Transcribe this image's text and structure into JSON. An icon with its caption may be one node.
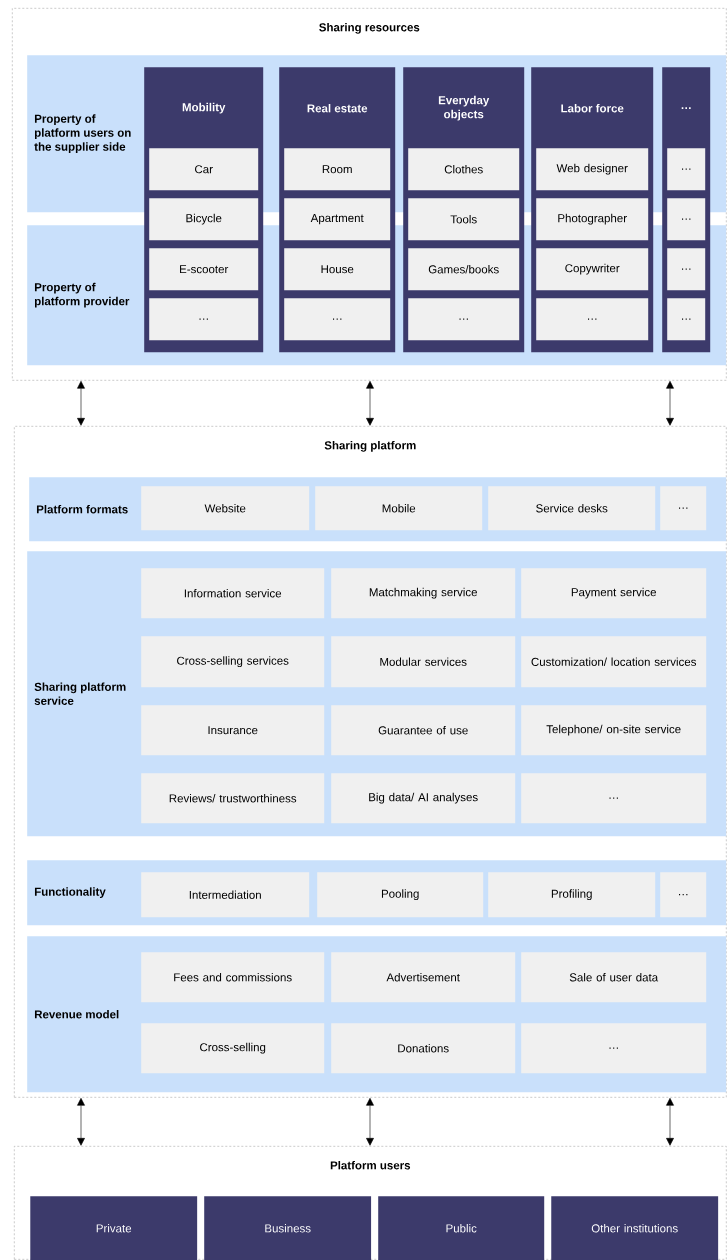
{
  "diagram": {
    "nodes": [
      {
        "text": [
          "Sharing resources"
        ]
      },
      {
        "text": [
          "Property of platform users on the supplier side"
        ],
        "in": 0
      },
      {
        "text": [
          "Property of platform provider"
        ],
        "in": 0
      },
      {
        "text": [
          "Mobility"
        ],
        "in": 0
      },
      {
        "text": [
          "Car"
        ]
      },
      {
        "text": [
          "Bicycle"
        ],
        "in": 3
      },
      {
        "text": [
          "E-scooter"
        ]
      },
      {
        "text": [
          "…"
        ]
      },
      {
        "text": [
          "Real estate"
        ],
        "in": 0
      },
      {
        "text": [
          "Room"
        ]
      },
      {
        "text": [
          "Apartment"
        ],
        "in": 8
      },
      {
        "text": [
          "House"
        ]
      },
      {
        "text": [
          "…"
        ]
      },
      {
        "text": [
          "Everyday objects"
        ],
        "in": 0
      },
      {
        "text": [
          "Clothes"
        ]
      },
      {
        "text": [
          "Tools"
        ],
        "in": 13
      },
      {
        "text": [
          "Games/books"
        ]
      },
      {
        "text": [
          "…"
        ]
      },
      {
        "text": [
          "Labor force"
        ],
        "in": 0
      },
      {
        "text": [
          "Web designer"
        ]
      },
      {
        "text": [
          "Photographer"
        ],
        "in": 18
      },
      {
        "text": [
          "Copywriter"
        ]
      },
      {
        "text": [
          "…"
        ]
      },
      {
        "text": [
          "…"
        ],
        "in": 0
      },
      {
        "text": [
          "…"
        ]
      },
      {
        "text": [
          "…"
        ],
        "in": 23
      },
      {
        "text": [
          "…"
        ]
      },
      {
        "text": [
          "…"
        ]
      },
      {
        "text": [
          "Sharing platform"
        ]
      },
      {
        "text": [
          "Platform formats"
        ],
        "in": 28
      },
      {
        "text": [
          "Website"
        ],
        "in": 29
      },
      {
        "text": [
          "Mobile"
        ],
        "in": 29
      },
      {
        "text": [
          "Service desks"
        ],
        "in": 29
      },
      {
        "text": [
          "…"
        ],
        "in": 29
      },
      {
        "text": [
          "Sharing platform service"
        ],
        "in": 28
      },
      {
        "text": [
          "Information service"
        ],
        "in": 34
      },
      {
        "text": [
          "Matchmaking service"
        ],
        "in": 34
      },
      {
        "text": [
          "Payment service"
        ],
        "in": 34
      },
      {
        "text": [
          "Cross-selling services"
        ],
        "in": 34
      },
      {
        "text": [
          "Modular services"
        ],
        "in": 34
      },
      {
        "text": [
          "Customization/ location services"
        ],
        "in": 34
      },
      {
        "text": [
          "Insurance"
        ],
        "in": 34
      },
      {
        "text": [
          "Guarantee of use"
        ],
        "in": 34
      },
      {
        "text": [
          "Telephone/ on-site service"
        ],
        "in": 34
      },
      {
        "text": [
          "Reviews/ trustworthiness"
        ],
        "in": 34
      },
      {
        "text": [
          "Big data/ AI analyses"
        ],
        "in": 34
      },
      {
        "text": [
          "…"
        ],
        "in": 34
      },
      {
        "text": [
          "Functionality"
        ],
        "in": 28
      },
      {
        "text": [
          "Intermediation"
        ],
        "in": 47
      },
      {
        "text": [
          "Pooling"
        ],
        "in": 47
      },
      {
        "text": [
          "Profiling"
        ],
        "in": 47
      },
      {
        "text": [
          "…"
        ],
        "in": 47
      },
      {
        "text": [
          "Revenue model"
        ],
        "in": 28
      },
      {
        "text": [
          "Fees and commissions"
        ],
        "in": 52
      },
      {
        "text": [
          "Advertisement"
        ],
        "in": 52
      },
      {
        "text": [
          "Sale of user data"
        ],
        "in": 52
      },
      {
        "text": [
          "Cross-selling"
        ],
        "in": 52
      },
      {
        "text": [
          "Donations"
        ],
        "in": 52
      },
      {
        "text": [
          "…"
        ],
        "in": 52
      },
      {
        "text": [
          "Platform users"
        ]
      },
      {
        "text": [
          "Private"
        ],
        "in": 59
      },
      {
        "text": [
          "Business"
        ],
        "in": 59
      },
      {
        "text": [
          "Public"
        ],
        "in": 59
      },
      {
        "text": [
          "Other institutions"
        ],
        "in": 59
      }
    ],
    "edges": [
      {
        "from": 0,
        "to": 28,
        "arrow": "both"
      },
      {
        "from": 0,
        "to": 28,
        "arrow": "both"
      },
      {
        "from": 0,
        "to": 28,
        "arrow": "both"
      },
      {
        "from": 28,
        "to": 59,
        "arrow": "both"
      },
      {
        "from": 28,
        "to": 59,
        "arrow": "both"
      },
      {
        "from": 28,
        "to": 59,
        "arrow": "both"
      }
    ]
  }
}
